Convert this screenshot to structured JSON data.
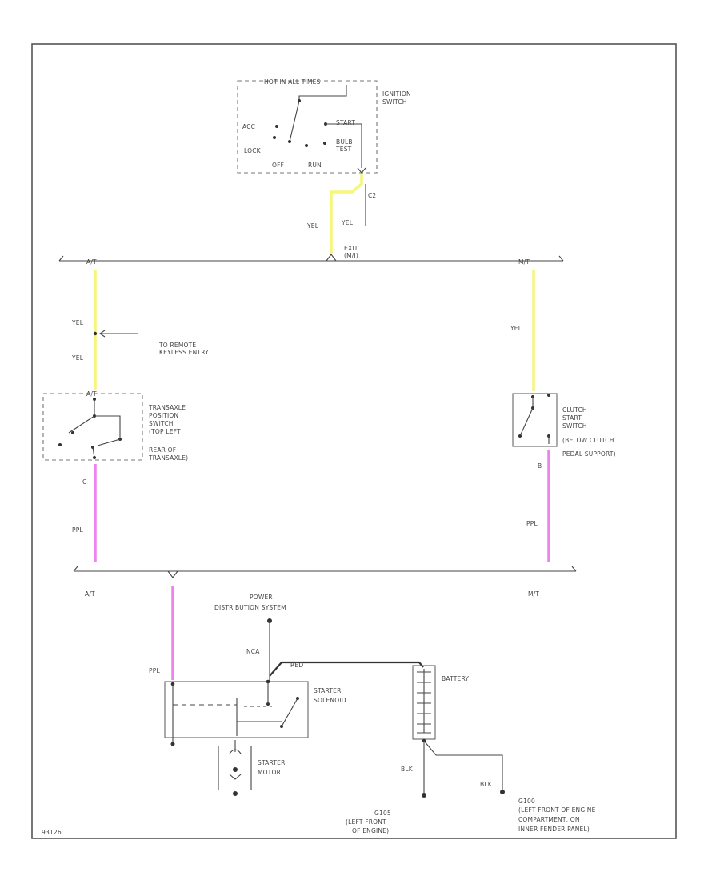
{
  "colors": {
    "yellow": "#f6f67a",
    "pink": "#ee82ee",
    "line": "#444444"
  },
  "ignition_switch": {
    "hot_label": "HOT IN ALL TIMES",
    "title": [
      "IGNITION",
      "SWITCH"
    ],
    "acc": "ACC",
    "lock": "LOCK",
    "start": "START",
    "off": "OFF",
    "run": "RUN",
    "bulb_test": [
      "BULB",
      "TEST"
    ],
    "connector": "C2"
  },
  "wires": {
    "yel_1": "YEL",
    "yel_2": "YEL",
    "yel_left_1": "YEL",
    "yel_left_2": "YEL",
    "yel_right": "YEL",
    "ppl_left": "PPL",
    "ppl_right": "PPL",
    "ppl_solenoid": "PPL",
    "nca": "NCA",
    "red": "RED",
    "blk_1": "BLK",
    "blk_2": "BLK"
  },
  "splices": {
    "top": [
      "EXIT",
      "(M/I)"
    ],
    "at_top": "A/T",
    "mt_top": "M/T",
    "at_bottom": "A/T",
    "mt_bottom": "M/T"
  },
  "remote": [
    "TO REMOTE",
    "KEYLESS ENTRY"
  ],
  "transaxle_switch": [
    "TRANSAXLE",
    "POSITION",
    "SWITCH",
    "(TOP LEFT",
    "REAR OF",
    "TRANSAXLE)"
  ],
  "transaxle_pin": "C",
  "transaxle_top_pin": "A/T",
  "clutch_switch": [
    "CLUTCH",
    "START",
    "SWITCH",
    "(BELOW CLUTCH",
    "PEDAL SUPPORT)"
  ],
  "clutch_pin": "B",
  "power_distribution": [
    "POWER",
    "DISTRIBUTION SYSTEM"
  ],
  "starter_solenoid": [
    "STARTER",
    "SOLENOID"
  ],
  "starter_motor": [
    "STARTER",
    "MOTOR"
  ],
  "battery": "BATTERY",
  "ground_g105": [
    "G105",
    "(LEFT FRONT",
    "OF ENGINE)"
  ],
  "ground_g100": [
    "G100",
    "(LEFT FRONT OF ENGINE",
    "COMPARTMENT, ON",
    "INNER FENDER PANEL)"
  ],
  "page_id": "93126"
}
